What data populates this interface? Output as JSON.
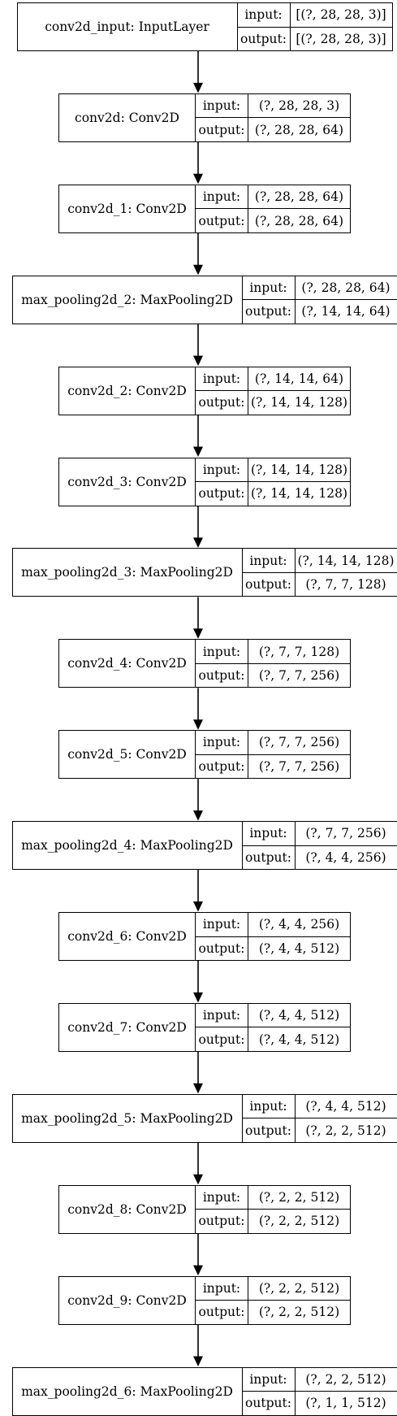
{
  "diagram": {
    "input_label": "input:",
    "output_label": "output:",
    "layers": [
      {
        "name": "conv2d_input: InputLayer",
        "input": "[(?, 28, 28, 3)]",
        "output": "[(?, 28, 28, 3)]"
      },
      {
        "name": "conv2d: Conv2D",
        "input": "(?, 28, 28, 3)",
        "output": "(?, 28, 28, 64)"
      },
      {
        "name": "conv2d_1: Conv2D",
        "input": "(?, 28, 28, 64)",
        "output": "(?, 28, 28, 64)"
      },
      {
        "name": "max_pooling2d_2: MaxPooling2D",
        "input": "(?, 28, 28, 64)",
        "output": "(?, 14, 14, 64)"
      },
      {
        "name": "conv2d_2: Conv2D",
        "input": "(?, 14, 14, 64)",
        "output": "(?, 14, 14, 128)"
      },
      {
        "name": "conv2d_3: Conv2D",
        "input": "(?, 14, 14, 128)",
        "output": "(?, 14, 14, 128)"
      },
      {
        "name": "max_pooling2d_3: MaxPooling2D",
        "input": "(?, 14, 14, 128)",
        "output": "(?, 7, 7, 128)"
      },
      {
        "name": "conv2d_4: Conv2D",
        "input": "(?, 7, 7, 128)",
        "output": "(?, 7, 7, 256)"
      },
      {
        "name": "conv2d_5: Conv2D",
        "input": "(?, 7, 7, 256)",
        "output": "(?, 7, 7, 256)"
      },
      {
        "name": "max_pooling2d_4: MaxPooling2D",
        "input": "(?, 7, 7, 256)",
        "output": "(?, 4, 4, 256)"
      },
      {
        "name": "conv2d_6: Conv2D",
        "input": "(?, 4, 4, 256)",
        "output": "(?, 4, 4, 512)"
      },
      {
        "name": "conv2d_7: Conv2D",
        "input": "(?, 4, 4, 512)",
        "output": "(?, 4, 4, 512)"
      },
      {
        "name": "max_pooling2d_5: MaxPooling2D",
        "input": "(?, 4, 4, 512)",
        "output": "(?, 2, 2, 512)"
      },
      {
        "name": "conv2d_8: Conv2D",
        "input": "(?, 2, 2, 512)",
        "output": "(?, 2, 2, 512)"
      },
      {
        "name": "conv2d_9: Conv2D",
        "input": "(?, 2, 2, 512)",
        "output": "(?, 2, 2, 512)"
      },
      {
        "name": "max_pooling2d_6: MaxPooling2D",
        "input": "(?, 2, 2, 512)",
        "output": "(?, 1, 1, 512)"
      }
    ]
  }
}
